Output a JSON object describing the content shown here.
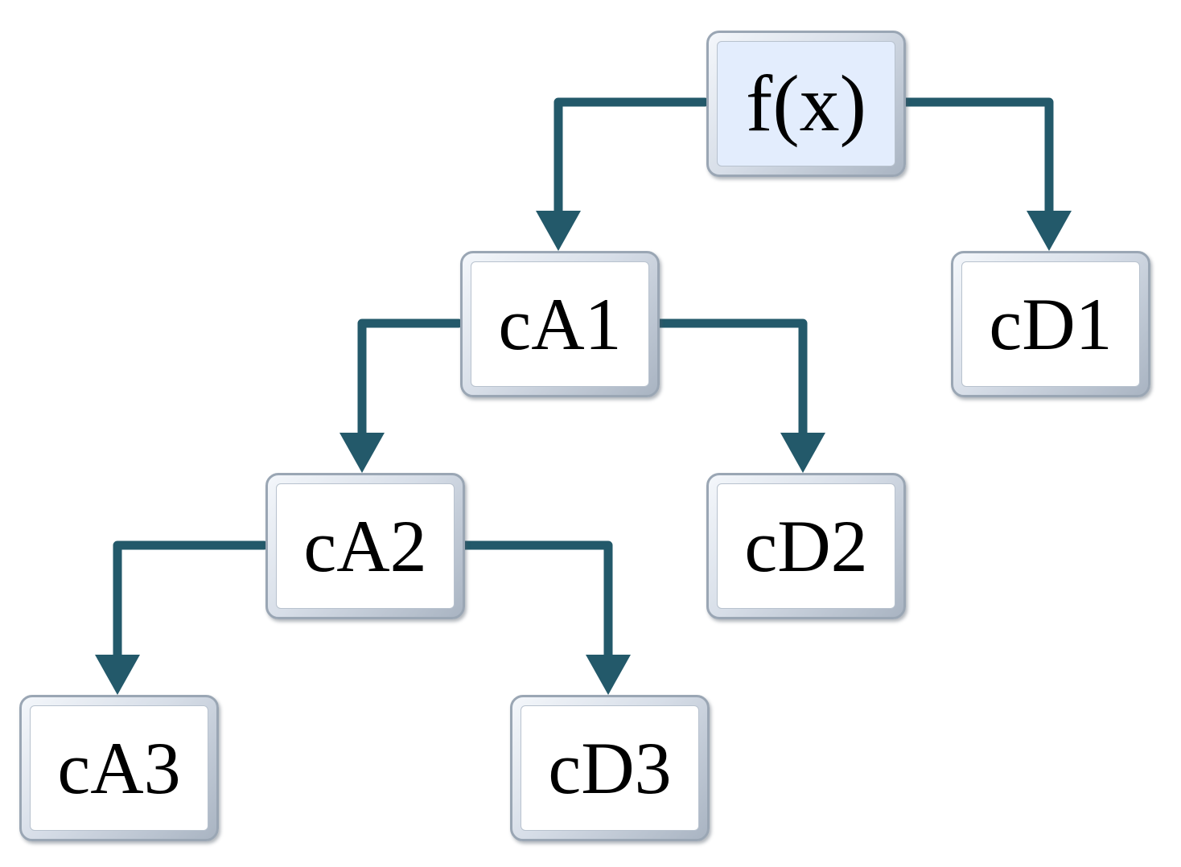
{
  "diagram": {
    "type": "tree",
    "colors": {
      "connector": "#23596a",
      "root_fill": "#e3edfd",
      "node_fill": "#ffffff"
    },
    "nodes": {
      "root": "f(x)",
      "ca1": "cA1",
      "cd1": "cD1",
      "ca2": "cA2",
      "cd2": "cD2",
      "ca3": "cA3",
      "cd3": "cD3"
    },
    "edges": [
      [
        "root",
        "ca1"
      ],
      [
        "root",
        "cd1"
      ],
      [
        "ca1",
        "ca2"
      ],
      [
        "ca1",
        "cd2"
      ],
      [
        "ca2",
        "ca3"
      ],
      [
        "ca2",
        "cd3"
      ]
    ]
  }
}
